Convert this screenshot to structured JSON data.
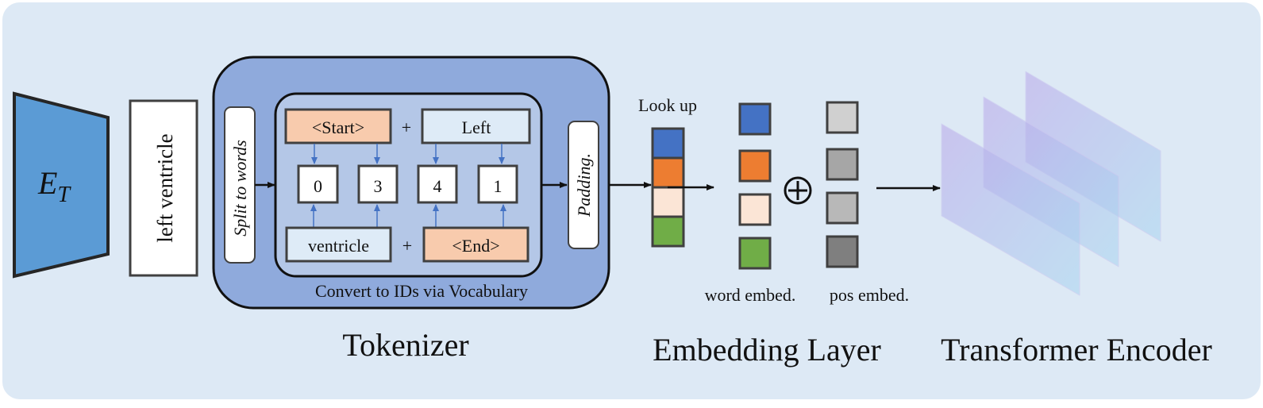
{
  "encoder": {
    "symbol": "E",
    "subscript": "T",
    "color": "#5b9bd5"
  },
  "input_text": "left ventricle",
  "tokenizer": {
    "title": "Tokenizer",
    "split_label": "Split to words",
    "padding_label": "Padding.",
    "vocab_caption": "Convert to IDs via Vocabulary",
    "plus": "+",
    "top_tokens": [
      "<Start>",
      "Left"
    ],
    "bottom_tokens": [
      "ventricle",
      "<End>"
    ],
    "ids": [
      "0",
      "3",
      "4",
      "1"
    ],
    "colors": {
      "outer": "#8faadc",
      "inner": "#b4c7e7",
      "special": "#f8cbad",
      "word": "#deebf7"
    }
  },
  "embedding": {
    "lookup_label": "Look up",
    "plus_symbol": "+",
    "word_caption": "word embed.",
    "pos_caption": "pos embed.",
    "title": "Embedding Layer",
    "word_colors": [
      "#4472c4",
      "#ed7d31",
      "#fbe5d6",
      "#70ad47"
    ],
    "pos_colors": [
      "#d0d0d0",
      "#a6a6a6",
      "#b8b8b8",
      "#7f7f7f"
    ]
  },
  "transformer": {
    "title": "Transformer Encoder"
  },
  "colors": {
    "background": "#dde9f5",
    "stroke": "#404040",
    "arrow": "#4472c4"
  }
}
